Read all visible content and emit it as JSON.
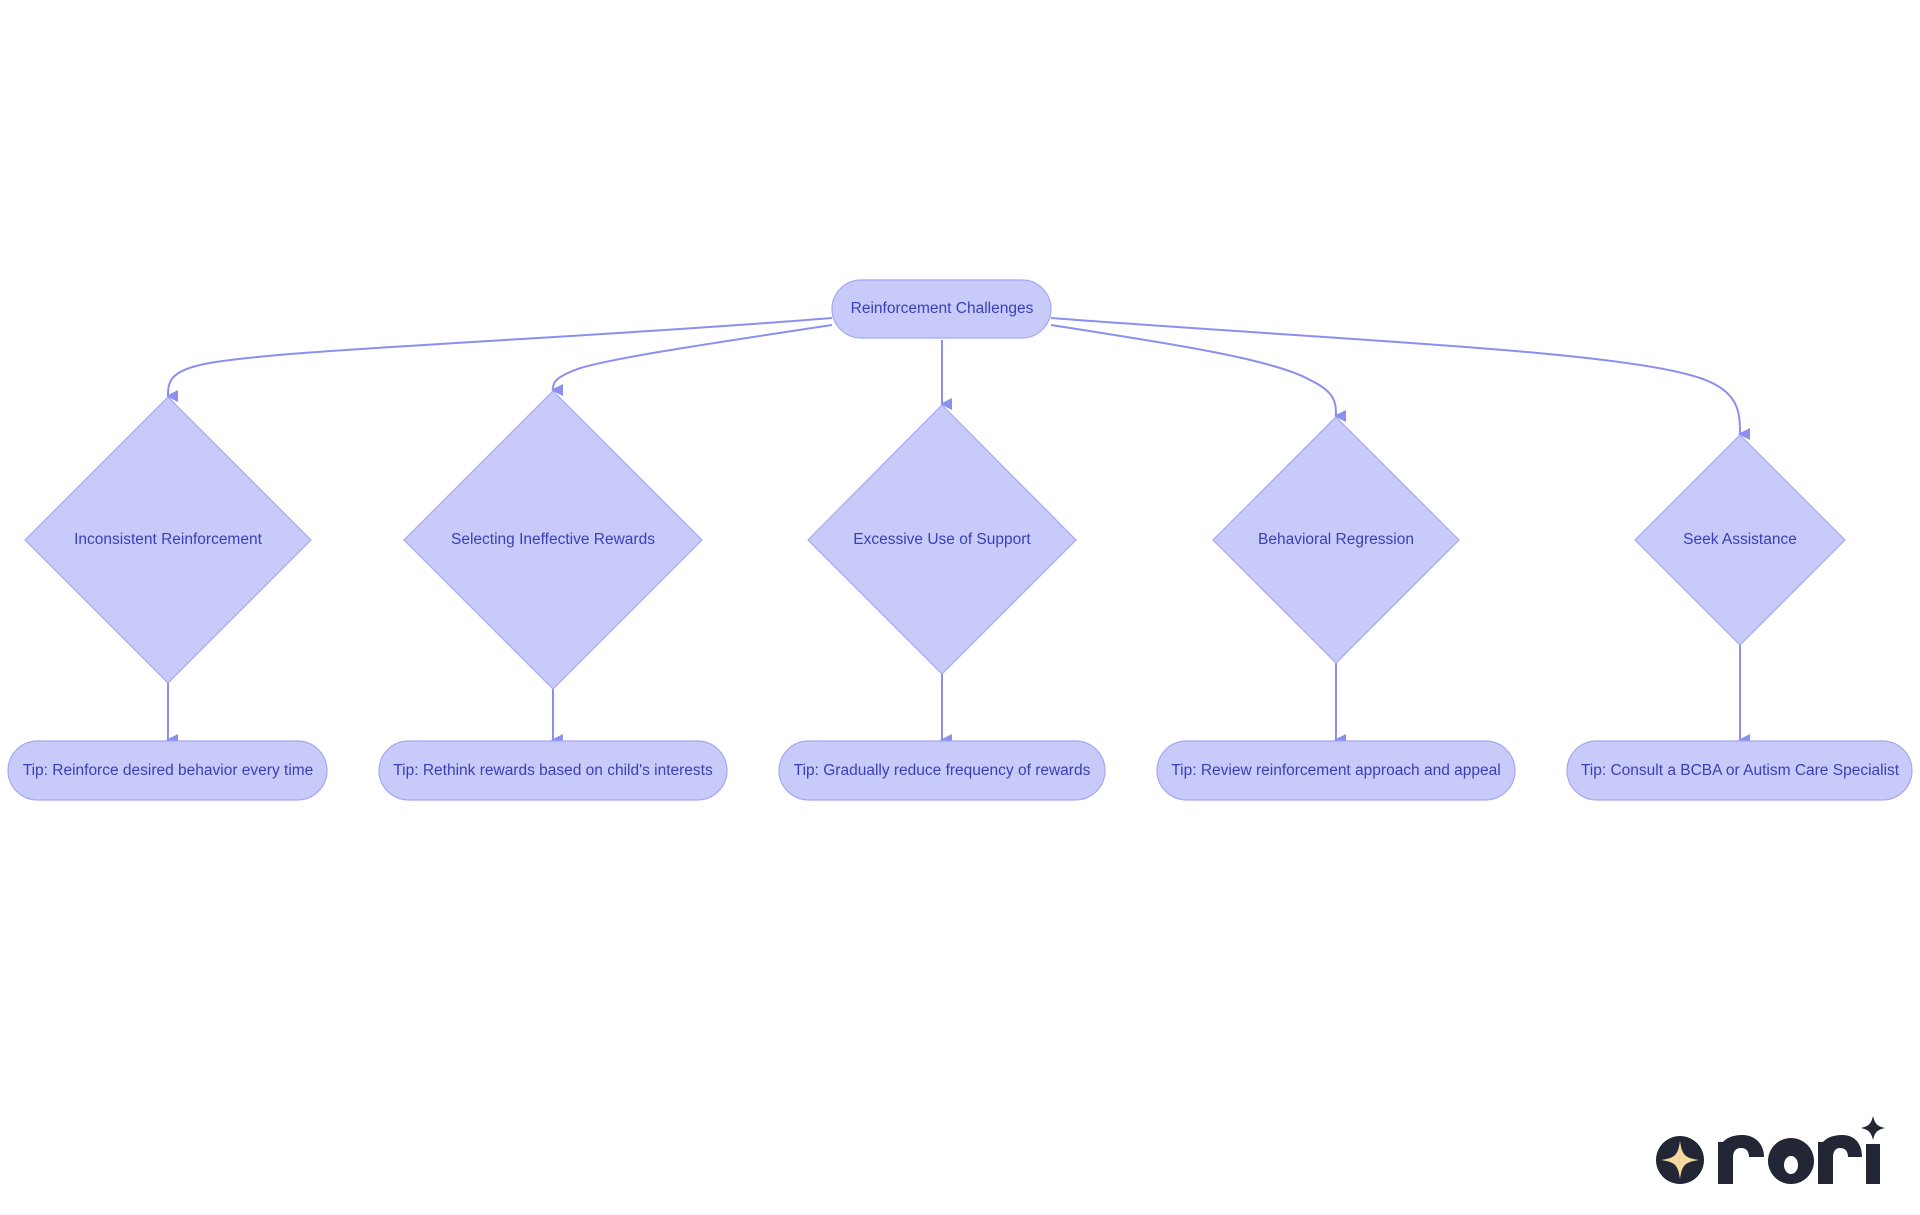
{
  "diagram": {
    "root": {
      "label": "Reinforcement Challenges"
    },
    "challenges": [
      {
        "label": "Inconsistent Reinforcement"
      },
      {
        "label": "Selecting Ineffective Rewards"
      },
      {
        "label": "Excessive Use of Support"
      },
      {
        "label": "Behavioral Regression"
      },
      {
        "label": "Seek Assistance"
      }
    ],
    "tips": [
      {
        "label": "Tip: Reinforce desired behavior every time"
      },
      {
        "label": "Tip: Rethink rewards based on child's interests"
      },
      {
        "label": "Tip: Gradually reduce frequency of rewards"
      },
      {
        "label": "Tip: Review reinforcement approach and appeal"
      },
      {
        "label": "Tip: Consult a BCBA or Autism Care Specialist"
      }
    ],
    "colors": {
      "node_fill": "#c8cafa",
      "node_stroke": "#a4a8f2",
      "edge": "#8b8fee",
      "text": "#3b3fb6"
    }
  },
  "logo": {
    "text": "rori",
    "colors": {
      "dark": "#232634",
      "star": "#f3d9a0"
    }
  }
}
